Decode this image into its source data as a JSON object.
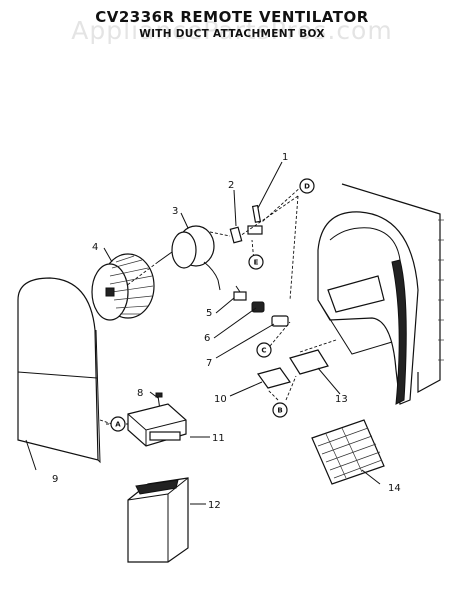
{
  "diagram": {
    "title": "CV2336R REMOTE VENTILATOR",
    "subtitle": "WITH DUCT ATTACHMENT BOX",
    "watermark": "AppliancePartsPros.com",
    "part_numbers": [
      "1",
      "2",
      "3",
      "4",
      "5",
      "6",
      "7",
      "8",
      "9",
      "10",
      "11",
      "12",
      "13",
      "14"
    ],
    "reference_letters": [
      "A",
      "B",
      "C",
      "D",
      "E"
    ]
  }
}
